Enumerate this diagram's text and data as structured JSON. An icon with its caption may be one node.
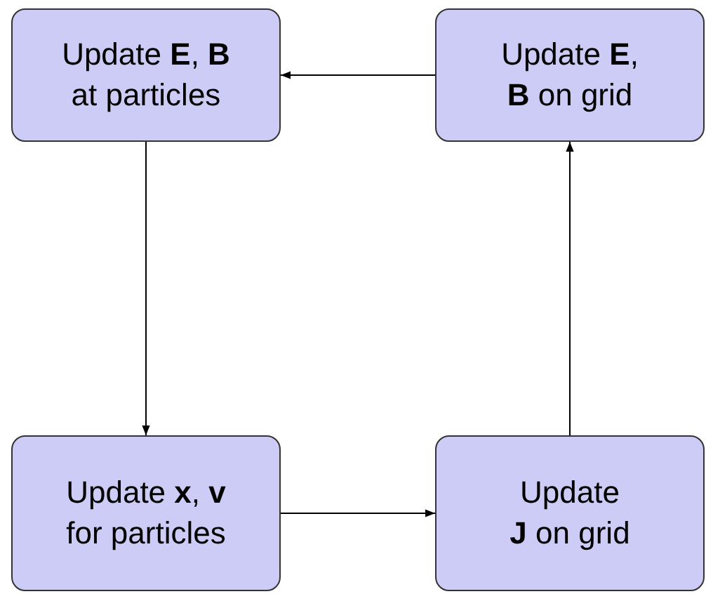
{
  "diagram": {
    "nodes": [
      {
        "text": [
          "Update **E**, **B** at particles"
        ]
      },
      {
        "text": [
          "Update **E**, **B** on grid"
        ]
      },
      {
        "text": [
          "Update **x**, **v** for particles"
        ]
      },
      {
        "text": [
          "Update **J** on grid"
        ]
      }
    ],
    "edges": [
      {
        "from": 1,
        "to": 0,
        "arrow": "to"
      },
      {
        "from": 0,
        "to": 2,
        "arrow": "to"
      },
      {
        "from": 2,
        "to": 3,
        "arrow": "to"
      },
      {
        "from": 3,
        "to": 1,
        "arrow": "to"
      }
    ]
  }
}
